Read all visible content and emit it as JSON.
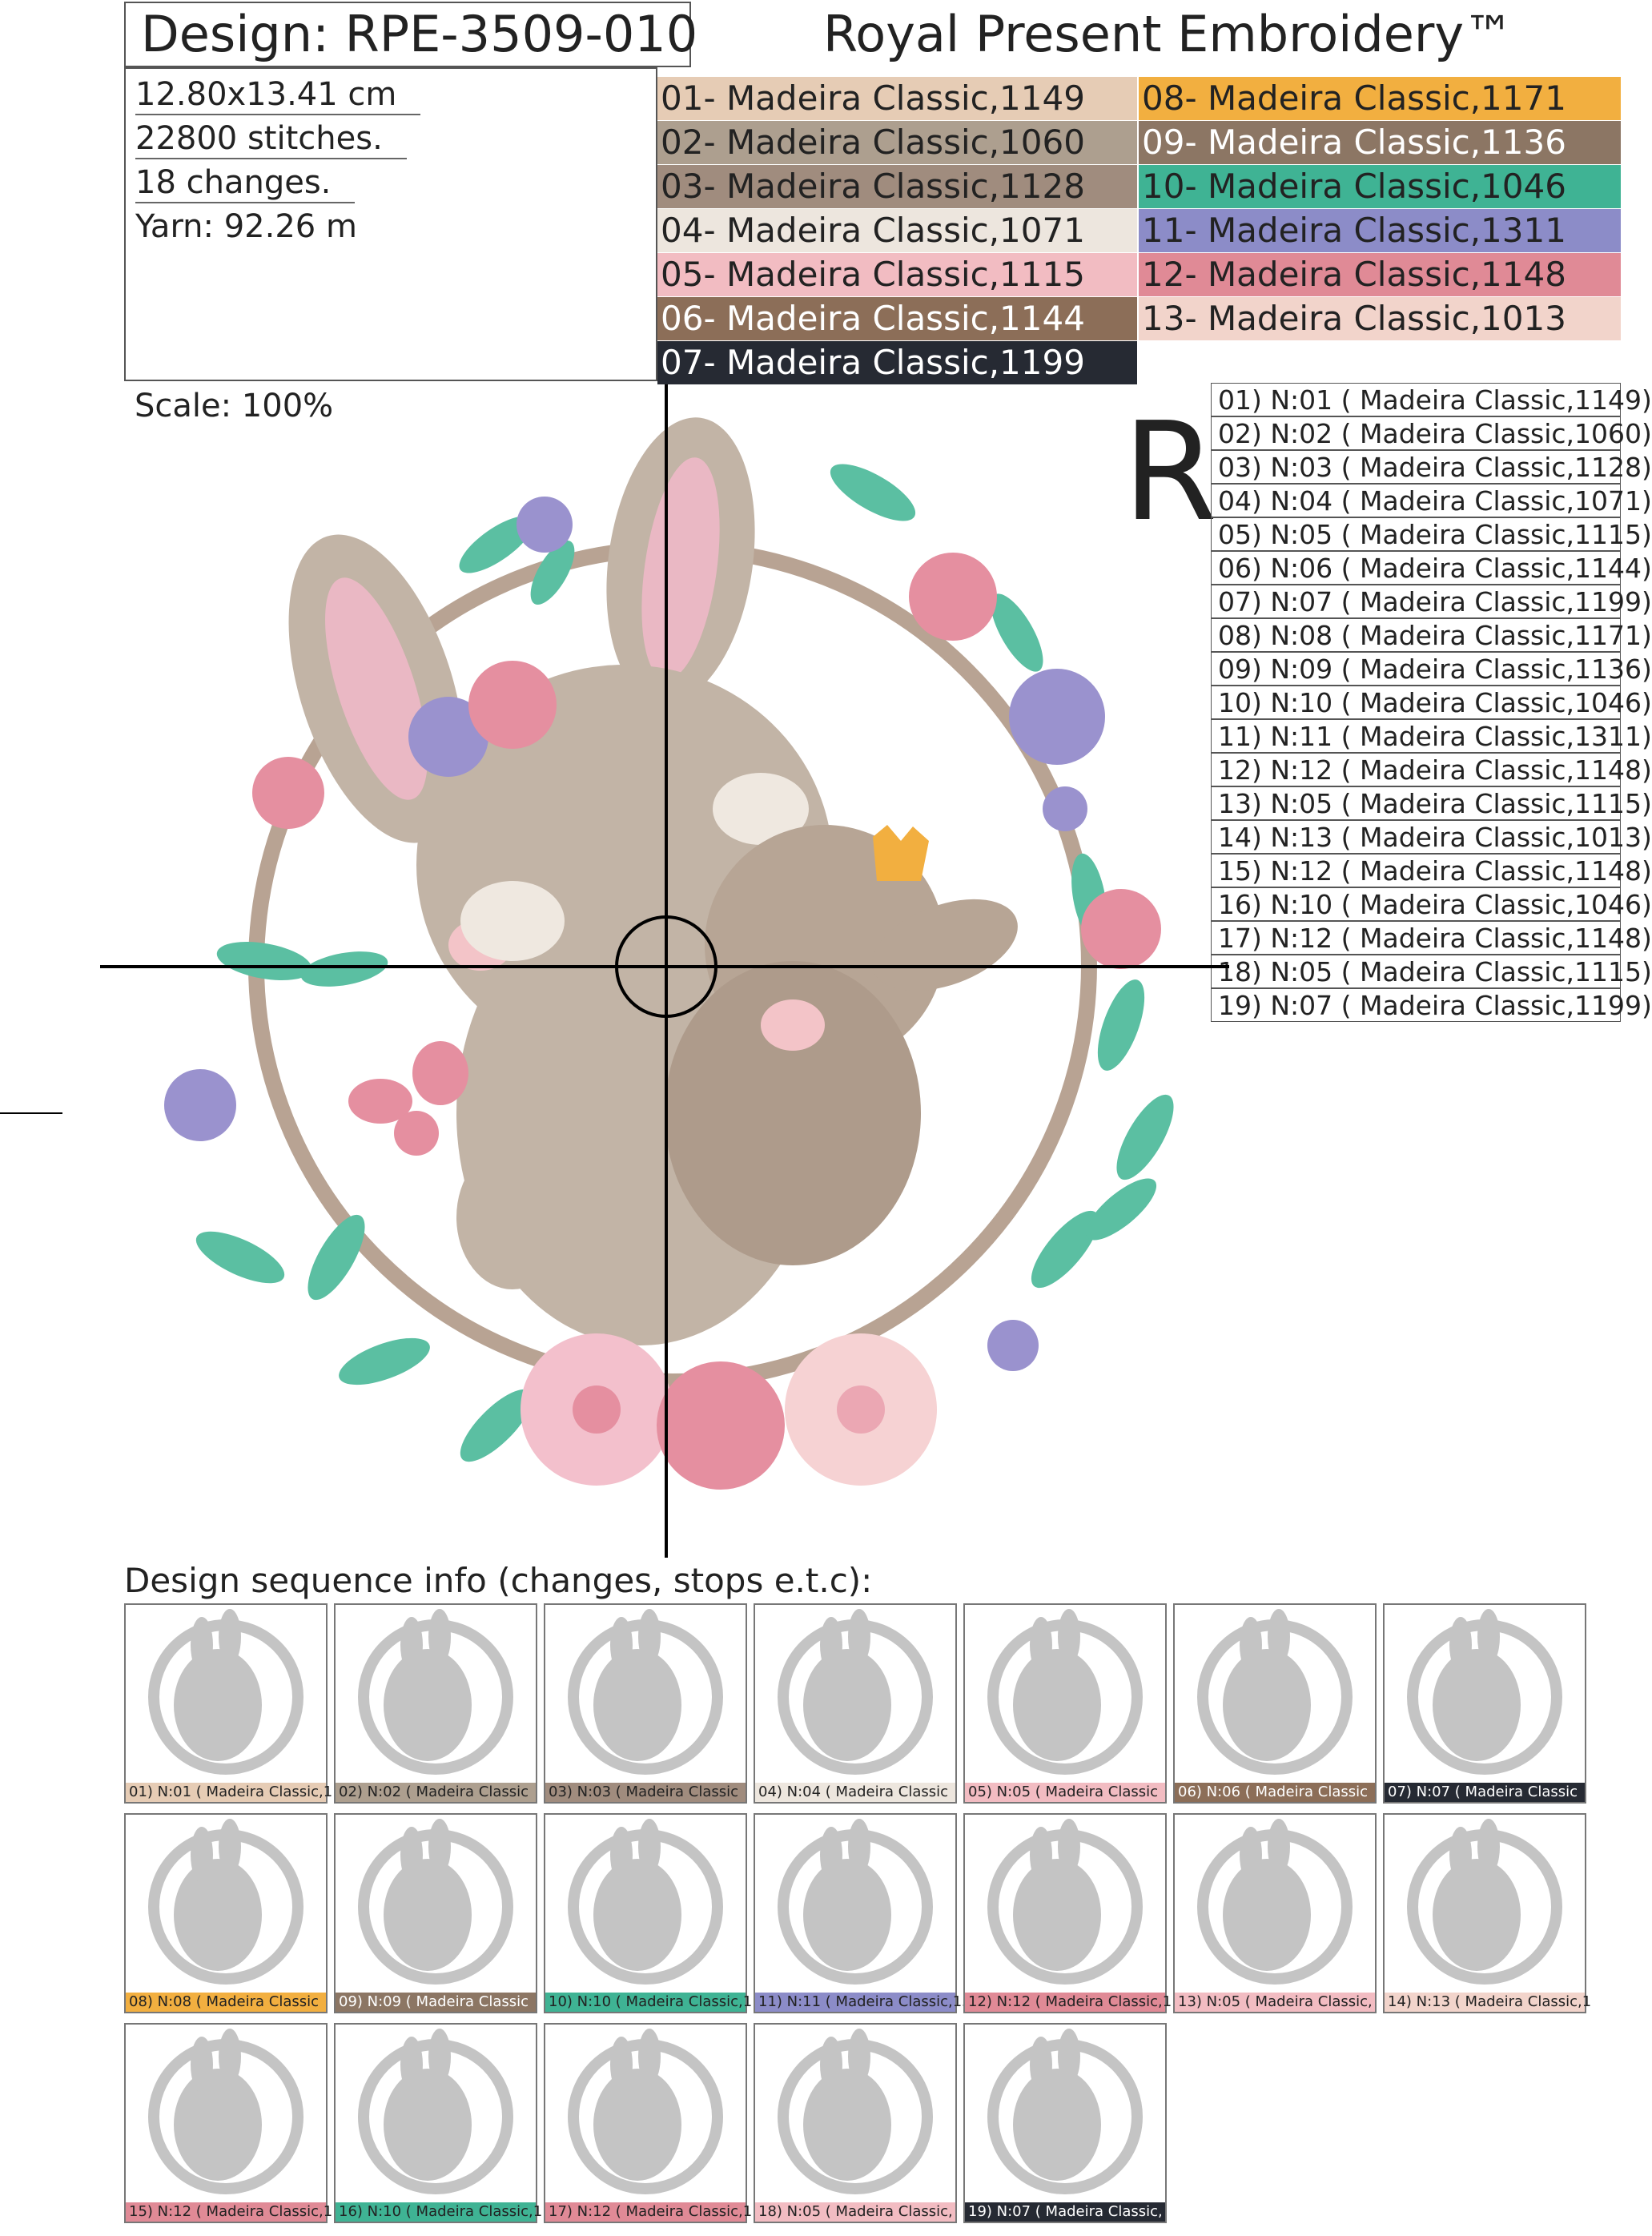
{
  "header": {
    "design_label": "Design: RPE-3509-010",
    "brand": "Royal Present Embroidery™"
  },
  "specs": {
    "size": "12.80x13.41 cm",
    "stitches": "22800 stitches.",
    "changes": "18 changes.",
    "yarn": "Yarn: 92.26 m"
  },
  "scale_label": "Scale: 100%",
  "mark_letter": "R",
  "colors": [
    {
      "label": "01- Madeira Classic,1149",
      "hex": "#E6CCB5",
      "text": "#222222"
    },
    {
      "label": "02- Madeira Classic,1060",
      "hex": "#AD9F8F",
      "text": "#222222"
    },
    {
      "label": "03- Madeira Classic,1128",
      "hex": "#A08C7E",
      "text": "#222222"
    },
    {
      "label": "04- Madeira Classic,1071",
      "hex": "#EDE6DE",
      "text": "#222222"
    },
    {
      "label": "05- Madeira Classic,1115",
      "hex": "#F2BCC2",
      "text": "#222222"
    },
    {
      "label": "06- Madeira Classic,1144",
      "hex": "#8C6E58",
      "text": "#ffffff"
    },
    {
      "label": "07- Madeira Classic,1199",
      "hex": "#262A33",
      "text": "#ffffff"
    },
    {
      "label": "08- Madeira Classic,1171",
      "hex": "#F2AF40",
      "text": "#222222"
    },
    {
      "label": "09- Madeira Classic,1136",
      "hex": "#8C7664",
      "text": "#ffffff"
    },
    {
      "label": "10- Madeira Classic,1046",
      "hex": "#3FB394",
      "text": "#222222"
    },
    {
      "label": "11- Madeira Classic,1311",
      "hex": "#8C8CC8",
      "text": "#222222"
    },
    {
      "label": "12- Madeira Classic,1148",
      "hex": "#E08A96",
      "text": "#222222"
    },
    {
      "label": "13- Madeira Classic,1013",
      "hex": "#F2D4CB",
      "text": "#222222"
    }
  ],
  "sequence": [
    "01) N:01 ( Madeira Classic,1149)",
    "02) N:02 ( Madeira Classic,1060)",
    "03) N:03 ( Madeira Classic,1128)",
    "04) N:04 ( Madeira Classic,1071)",
    "05) N:05 ( Madeira Classic,1115)",
    "06) N:06 ( Madeira Classic,1144)",
    "07) N:07 ( Madeira Classic,1199)",
    "08) N:08 ( Madeira Classic,1171)",
    "09) N:09 ( Madeira Classic,1136)",
    "10) N:10 ( Madeira Classic,1046)",
    "11) N:11 ( Madeira Classic,1311)",
    "12) N:12 ( Madeira Classic,1148)",
    "13) N:05 ( Madeira Classic,1115)",
    "14) N:13 ( Madeira Classic,1013)",
    "15) N:12 ( Madeira Classic,1148)",
    "16) N:10 ( Madeira Classic,1046)",
    "17) N:12 ( Madeira Classic,1148)",
    "18) N:05 ( Madeira Classic,1115)",
    "19) N:07 ( Madeira Classic,1199)"
  ],
  "sequence_title": "Design sequence info (changes, stops e.t.c):",
  "thumbnails": [
    {
      "label": "01) N:01 ( Madeira Classic,1",
      "hex": "#E6CCB5",
      "text": "#222222"
    },
    {
      "label": "02) N:02 ( Madeira Classic",
      "hex": "#AD9F8F",
      "text": "#222222"
    },
    {
      "label": "03) N:03 ( Madeira Classic",
      "hex": "#A08C7E",
      "text": "#222222"
    },
    {
      "label": "04) N:04 ( Madeira Classic",
      "hex": "#EDE6DE",
      "text": "#222222"
    },
    {
      "label": "05) N:05 ( Madeira Classic",
      "hex": "#F2BCC2",
      "text": "#222222"
    },
    {
      "label": "06) N:06 ( Madeira Classic",
      "hex": "#8C6E58",
      "text": "#ffffff"
    },
    {
      "label": "07) N:07 ( Madeira Classic",
      "hex": "#262A33",
      "text": "#ffffff"
    },
    {
      "label": "08) N:08 ( Madeira Classic",
      "hex": "#F2AF40",
      "text": "#222222"
    },
    {
      "label": "09) N:09 ( Madeira Classic",
      "hex": "#8C7664",
      "text": "#ffffff"
    },
    {
      "label": "10) N:10 ( Madeira Classic,1",
      "hex": "#3FB394",
      "text": "#222222"
    },
    {
      "label": "11) N:11 ( Madeira Classic,13",
      "hex": "#8C8CC8",
      "text": "#222222"
    },
    {
      "label": "12) N:12 ( Madeira Classic,1",
      "hex": "#E08A96",
      "text": "#222222"
    },
    {
      "label": "13) N:05 ( Madeira Classic,",
      "hex": "#F2BCC2",
      "text": "#222222"
    },
    {
      "label": "14) N:13 ( Madeira Classic,1",
      "hex": "#F2D4CB",
      "text": "#222222"
    },
    {
      "label": "15) N:12 ( Madeira Classic,1",
      "hex": "#E08A96",
      "text": "#222222"
    },
    {
      "label": "16) N:10 ( Madeira Classic,1",
      "hex": "#3FB394",
      "text": "#222222"
    },
    {
      "label": "17) N:12 ( Madeira Classic,1",
      "hex": "#E08A96",
      "text": "#222222"
    },
    {
      "label": "18) N:05 ( Madeira Classic,",
      "hex": "#F2BCC2",
      "text": "#222222"
    },
    {
      "label": "19) N:07 ( Madeira Classic,",
      "hex": "#262A33",
      "text": "#ffffff"
    }
  ]
}
